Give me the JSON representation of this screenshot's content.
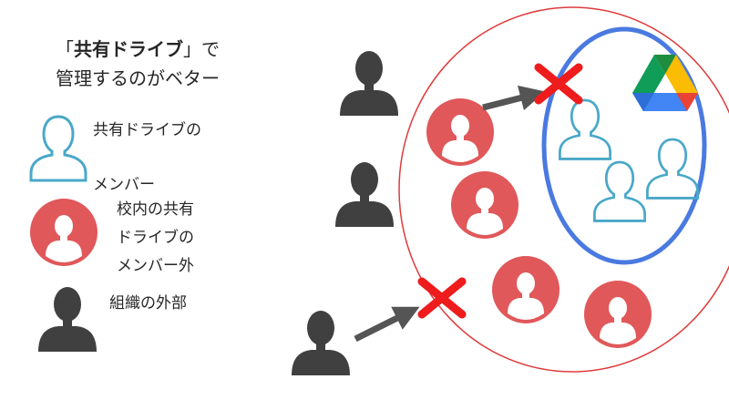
{
  "title": {
    "bracket_open": "「",
    "emphasis": "共有ドライブ",
    "bracket_close_and_rest": "」で",
    "line2": "管理するのがベター"
  },
  "legend": {
    "shared_drive_member": "共有ドライブの\n\nメンバー",
    "school_non_member": "校内の共有\nドライブの\nメンバー外",
    "outside_org": "組織の外部"
  },
  "colors": {
    "dark_person": "#404040",
    "red_person": "#e0585a",
    "blue_person_outline": "#4aa8c8",
    "org_circle": "#e03a3a",
    "drive_circle": "#4a7ae0",
    "cross": "#ee1c1c",
    "arrow": "#555555"
  },
  "icons": [
    "google-drive-icon",
    "person-icon",
    "cross-icon",
    "arrow-icon"
  ]
}
